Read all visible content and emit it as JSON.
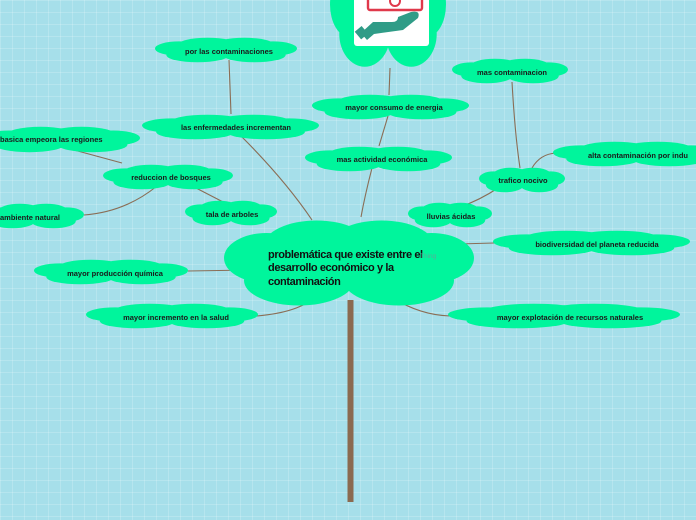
{
  "central_topic": {
    "lines": [
      "problemática que existe entre el",
      "desarrollo económico y la",
      "contaminación"
    ],
    "tag": "Thing"
  },
  "nodes": [
    {
      "id": "por-las-contaminaciones",
      "label": "por las contaminaciones"
    },
    {
      "id": "las-enfermedades-incrementan",
      "label": "las enfermedades incrementan"
    },
    {
      "id": "mayor-consumo-de-energia",
      "label": "mayor consumo de energia"
    },
    {
      "id": "mas-actividad-economica",
      "label": "mas actividad económica"
    },
    {
      "id": "mas-contaminacion",
      "label": "mas contaminacion"
    },
    {
      "id": "alta-contaminacion-por-indu",
      "label": "alta contaminación por indu"
    },
    {
      "id": "trafico-nocivo",
      "label": "trafico nocivo"
    },
    {
      "id": "lluvias-acidas",
      "label": "lluvias ácidas"
    },
    {
      "id": "basica-empeora-las-regiones",
      "label": "basica empeora las regiones"
    },
    {
      "id": "reduccion-de-bosques",
      "label": "reduccion de bosques"
    },
    {
      "id": "tala-de-arboles",
      "label": "tala de arboles"
    },
    {
      "id": "ambiente-natural",
      "label": "ambiente natural"
    },
    {
      "id": "mayor-produccion-quimica",
      "label": "mayor producción química"
    },
    {
      "id": "mayor-incremento-en-la-salud",
      "label": "mayor incremento en la salud"
    },
    {
      "id": "biodiversidad-del-planeta-reducida",
      "label": "biodiversidad del planeta reducida"
    },
    {
      "id": "mayor-explotacion-de-recursos-naturales",
      "label": "mayor explotación de recursos naturales"
    }
  ],
  "icons": {
    "top_image": "money-hand-icon"
  },
  "colors": {
    "background": "#a6dfea",
    "node_fill": "#00f59c",
    "connector": "#8a6d55",
    "trunk": "#8a6a50",
    "icon_accent": "#e0384b",
    "icon_hand": "#2f9c87"
  }
}
